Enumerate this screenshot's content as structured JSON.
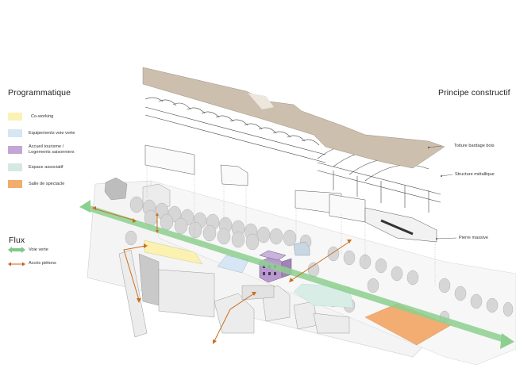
{
  "legend_programmatique": {
    "title": "Programmatique",
    "items": [
      {
        "label": "Co-working",
        "color": "#fbf3b5"
      },
      {
        "label": "Equipements voie verte",
        "color": "#d6e6f2"
      },
      {
        "label": "Accueil tourisme /",
        "label2": "Logements saisonniers",
        "color": "#c3a6d6"
      },
      {
        "label": "Espace associatif",
        "color": "#d5e8e2"
      },
      {
        "label": "Salle de spectacle",
        "color": "#f2ac6c"
      }
    ]
  },
  "legend_flux": {
    "title": "Flux",
    "items": [
      {
        "label": "Voie verte",
        "color": "#7ec98a",
        "icon": "double-arrow-thick"
      },
      {
        "label": "Accès piétons",
        "color": "#c8621e",
        "icon": "double-arrow-thin"
      }
    ]
  },
  "principe_constructif": {
    "title": "Principe constructif",
    "callouts": [
      {
        "label": "Toiture bardage bois"
      },
      {
        "label": "Structure métallique"
      },
      {
        "label": "Pierre massive"
      }
    ]
  },
  "colors": {
    "roof": "#cdbfae",
    "voie_verte": "#8dcf8f",
    "pedestrian": "#c8701e",
    "coworking": "#fbf1b0",
    "equipements": "#d6e6f4",
    "tourisme": "#b99ad0",
    "associatif": "#d7ede5",
    "spectacle": "#f3ad72"
  }
}
